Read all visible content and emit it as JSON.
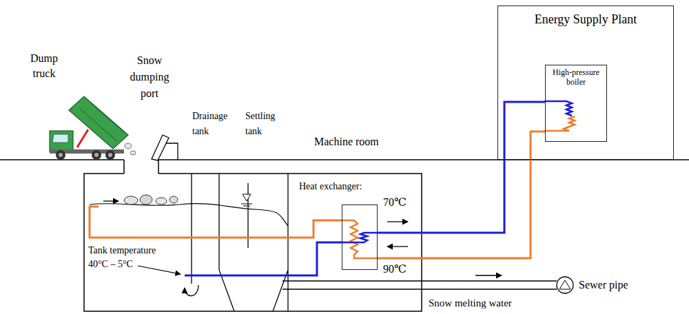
{
  "diagram": {
    "nodes": [
      {
        "text": [
          "Energy Supply Plant"
        ]
      },
      {
        "text": [
          "High-pressure boiler"
        ],
        "in": 0
      },
      {
        "text": [
          "Heat exchanger:"
        ]
      }
    ],
    "edges": [
      {
        "from": 2,
        "to": 1,
        "arrow": "none"
      },
      {
        "from": 1,
        "to": 2,
        "arrow": "none"
      }
    ],
    "labels": [
      "Dump truck",
      "Snow dumping port",
      "Drainage tank",
      "Settling tank",
      "Machine room",
      "70℃",
      "Tank temperature 40°C – 5°C",
      "90℃",
      "Sewer pipe",
      "Snow melting water"
    ]
  }
}
